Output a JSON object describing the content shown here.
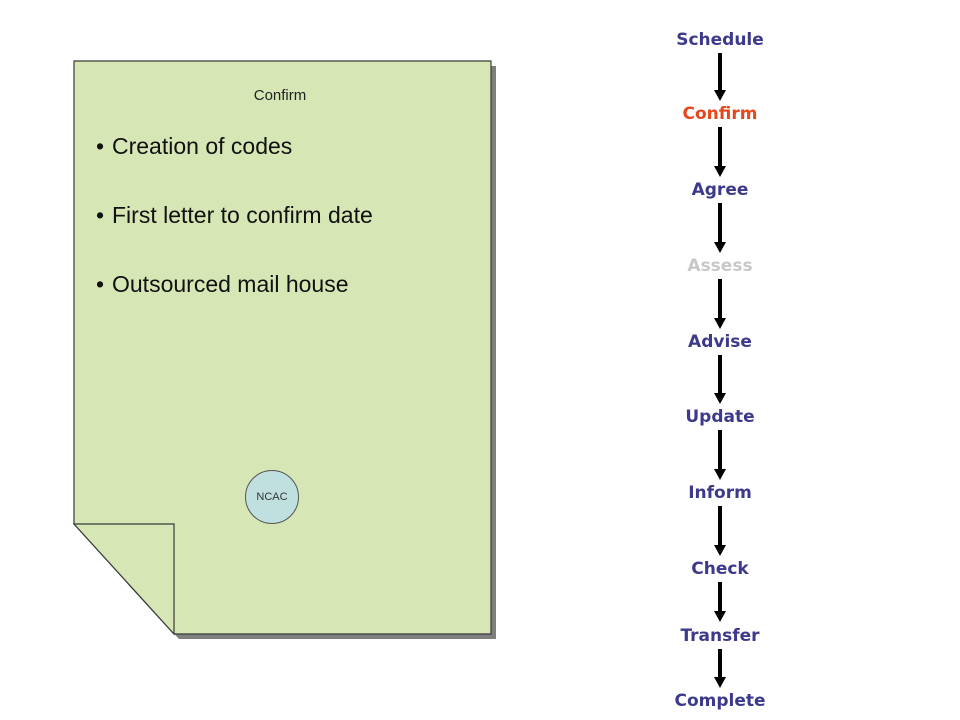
{
  "document": {
    "title": "Confirm",
    "bullets": [
      "Creation of codes",
      "First letter to confirm date",
      "Outsourced mail house"
    ],
    "stamp_label": "NCAC",
    "fill_color": "#d6e6b4",
    "stamp_color": "#bfe0df"
  },
  "process": {
    "colors": {
      "default": "#3d3a8c",
      "active": "#e8471c",
      "muted": "#c8c8c8"
    },
    "steps": [
      {
        "label": "Schedule",
        "state": "default"
      },
      {
        "label": "Confirm",
        "state": "active"
      },
      {
        "label": "Agree",
        "state": "default"
      },
      {
        "label": "Assess",
        "state": "muted"
      },
      {
        "label": "Advise",
        "state": "default"
      },
      {
        "label": "Update",
        "state": "default"
      },
      {
        "label": "Inform",
        "state": "default"
      },
      {
        "label": "Check",
        "state": "default"
      },
      {
        "label": "Transfer",
        "state": "default"
      },
      {
        "label": "Complete",
        "state": "default"
      }
    ]
  }
}
